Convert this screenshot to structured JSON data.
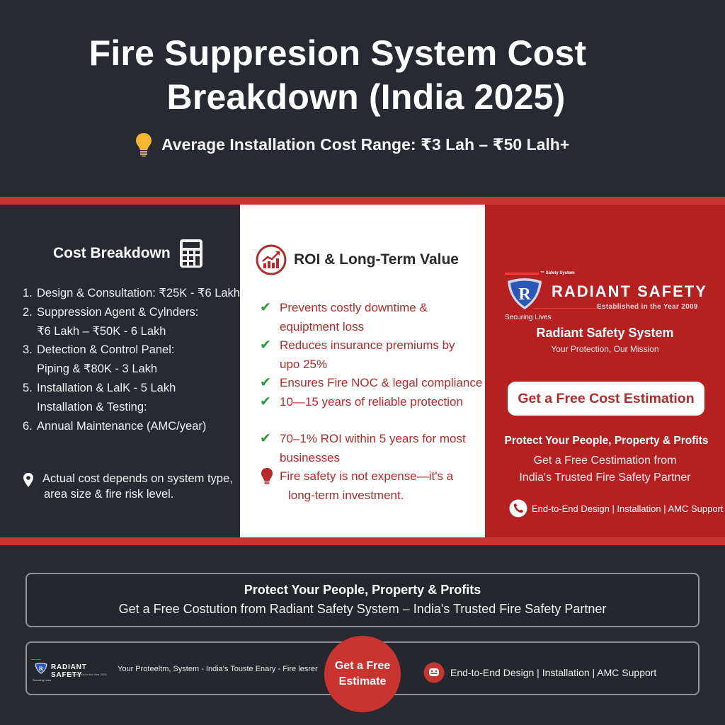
{
  "header": {
    "title_line1": "Fire Suppresion System Cost",
    "title_line2": "Breakdown (India 2025)",
    "subtitle_icon": "lightbulb-icon",
    "subtitle": "Average Installation Cost Range: ₹3 Lah – ₹50 Lalh+"
  },
  "colors": {
    "dark_bg": "#272a30",
    "red_band": "#c63431",
    "right_panel_red": "#b52121",
    "text_red": "#b52a2a",
    "check_green": "#2b9a3a",
    "bulb_yellow": "#f5b731"
  },
  "cost_breakdown": {
    "title": "Cost Breakdown",
    "icon": "calculator-icon",
    "items": [
      {
        "num": "1.",
        "lines": [
          "Design & Consultation: ₹25K - ₹6 Lakh"
        ]
      },
      {
        "num": "2.",
        "lines": [
          "Suppression Agent & Cylnders:",
          "₹6 Lakh – ₹50K - 6 Lakh"
        ]
      },
      {
        "num": "3.",
        "lines": [
          "Detection & Control Panel:",
          "Piping & ₹80K - 3 Lakh"
        ]
      },
      {
        "num": "5.",
        "lines": [
          "Installation & LalK - 5 Lakh",
          "Installation & Testing:"
        ]
      },
      {
        "num": "6.",
        "lines": [
          "Annual Maintenance (AMC/year)"
        ]
      }
    ],
    "note_icon": "location-pin-icon",
    "note_line1": "Actual cost depends on system type,",
    "note_line2": "area size & fire risk level."
  },
  "roi": {
    "title": "ROI & Long-Term Value",
    "icon": "growth-chart-icon",
    "items": [
      {
        "icon": "check-icon",
        "lines": [
          "Prevents costly downtime &",
          "equiptment loss"
        ]
      },
      {
        "icon": "check-icon",
        "lines": [
          "Reduces insurance premiums by",
          "upo 25%"
        ]
      },
      {
        "icon": "check-icon",
        "lines": [
          "Ensures Fire NOC & legal compliance"
        ]
      },
      {
        "icon": "check-icon",
        "lines": [
          "10—15 years of reliable protection"
        ]
      },
      {
        "icon": "check-icon",
        "lines": [
          "70–1% ROI within 5 years for most",
          "businesses"
        ]
      }
    ],
    "closing": {
      "icon": "lightbulb-icon",
      "line1": "Fire safety is not expense—it's a",
      "line2": "long-term investment."
    },
    "check_glyph": "✔"
  },
  "brand_panel": {
    "logo": {
      "small_tag": "™ Safety System",
      "shield_letter": "R",
      "brand": "RADIANT SAFETY",
      "established": "Established in the Year 2009",
      "securing": "Securing Lives"
    },
    "name": "Radiant Safety System",
    "mission": "Your Protection, Our Mission",
    "cta_button": "Get a Free Cost Estimation",
    "protect": "Protect Your People, Property & Profits",
    "get_line1": "Get a Free Cestimation from",
    "get_line2": "India's Trusted Fire Safety Partner",
    "support_icon": "phone-icon",
    "support": "End-to-End Design | Installation | AMC Support"
  },
  "bottom_banner": {
    "title": "Protect Your People, Property & Profits",
    "subtitle": "Get a Free Costution from Radiant Safety System – India's Trusted Fire Safety Partner"
  },
  "footer_bar": {
    "logo": {
      "shield_letter": "R",
      "brand": "RADIANT SAFETY",
      "established": "Established in the Year 2009",
      "securing": "Securing Lives"
    },
    "text": "Your Proteeltm, System - India's Touste Enary - Fire lesrer",
    "estimate_line1": "Get a Free",
    "estimate_line2": "Estimate",
    "support_icon": "support-team-icon",
    "support": "End-to-End Design | Installation | AMC Support"
  }
}
